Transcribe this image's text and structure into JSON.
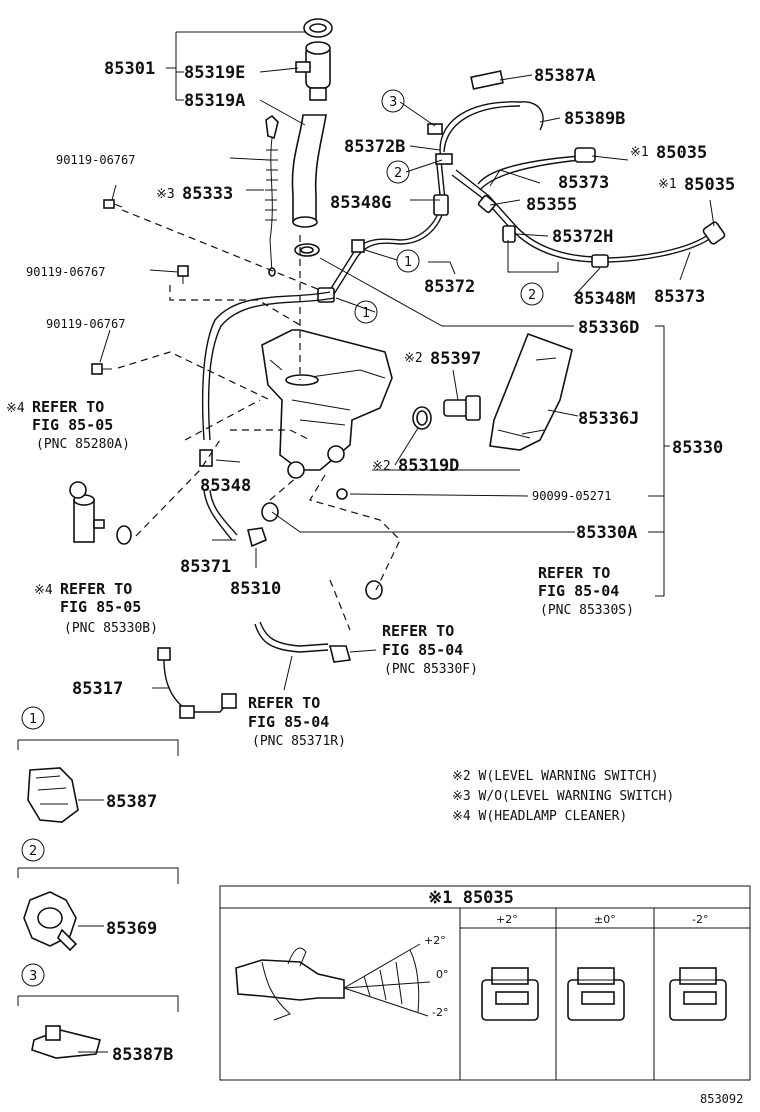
{
  "diagram": {
    "labels": {
      "p85301": "85301",
      "p85319E": "85319E",
      "p85319A": "85319A",
      "p85387A": "85387A",
      "p85389B": "85389B",
      "p85372B": "85372B",
      "p85035a": "85035",
      "p85035b": "85035",
      "p85373a": "85373",
      "p85373b": "85373",
      "p90119a": "90119-06767",
      "p90119b": "90119-06767",
      "p90119c": "90119-06767",
      "p85333": "85333",
      "p85348G": "85348G",
      "p85355": "85355",
      "p85372H": "85372H",
      "p85372": "85372",
      "p85348M": "85348M",
      "p85336D": "85336D",
      "p85397": "85397",
      "p85336J": "85336J",
      "p85330": "85330",
      "p85319D": "85319D",
      "p85348": "85348",
      "p90099": "90099-05271",
      "p85330A": "85330A",
      "p85371": "85371",
      "p85310": "85310",
      "p85317": "85317",
      "p85387": "85387",
      "p85369": "85369",
      "p85387B": "85387B",
      "mark1": "※1",
      "mark2": "※2",
      "mark3": "※3",
      "mark4": "※4",
      "c1": "1",
      "c2": "2",
      "c3": "3"
    },
    "refs": {
      "r1": {
        "line1": "REFER TO",
        "line2": "FIG 85-05",
        "line3": "(PNC 85280A)"
      },
      "r2": {
        "line1": "REFER TO",
        "line2": "FIG 85-05",
        "line3": "(PNC 85330B)"
      },
      "r3": {
        "line1": "REFER TO",
        "line2": "FIG 85-04",
        "line3": "(PNC 85330S)"
      },
      "r4": {
        "line1": "REFER TO",
        "line2": "FIG 85-04",
        "line3": "(PNC 85330F)"
      },
      "r5": {
        "line1": "REFER TO",
        "line2": "FIG 85-04",
        "line3": "(PNC 85371R)"
      }
    },
    "notes": [
      "※2 W(LEVEL WARNING SWITCH)",
      "※3 W/O(LEVEL WARNING SWITCH)",
      "※4 W(HEADLAMP CLEANER)"
    ],
    "table": {
      "title": "※1 85035",
      "col1": "+2°",
      "col2": "±0°",
      "col3": "-2°",
      "angle_plus": "+2°",
      "angle_zero": "0°",
      "angle_minus": "-2°"
    },
    "figure_code": "853092"
  }
}
